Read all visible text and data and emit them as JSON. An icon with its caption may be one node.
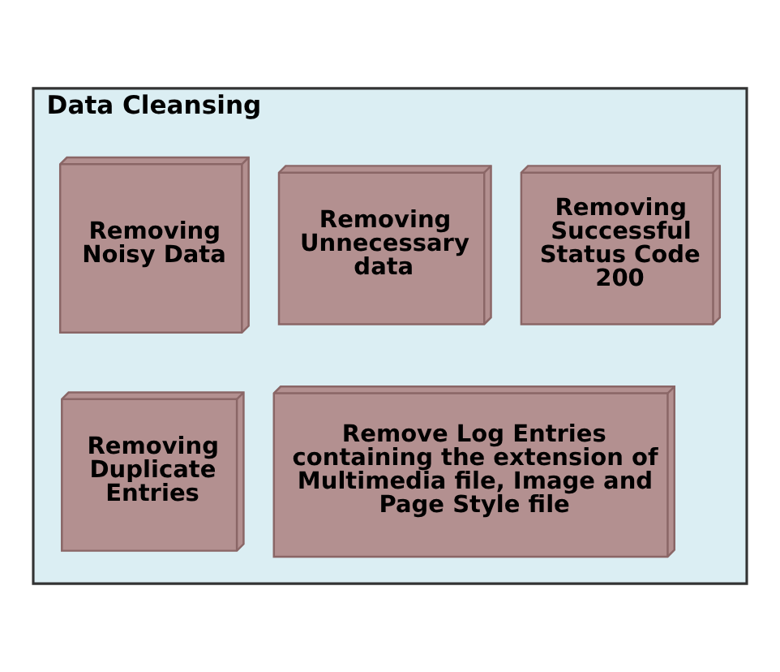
{
  "diagram": {
    "nodes": [
      {
        "text": [
          "Data Cleansing"
        ]
      },
      {
        "text": [
          "Removing Noisy Data"
        ],
        "in": 0
      },
      {
        "text": [
          "Removing Unnecessary data"
        ],
        "in": 0
      },
      {
        "text": [
          "Removing Successful Status Code 200"
        ],
        "in": 0
      },
      {
        "text": [
          "Removing Duplicate Entries"
        ],
        "in": 0
      },
      {
        "text": [
          "Remove Log Entries containing the extension of Multimedia file, Image and Page Style file"
        ],
        "in": 0
      }
    ]
  }
}
